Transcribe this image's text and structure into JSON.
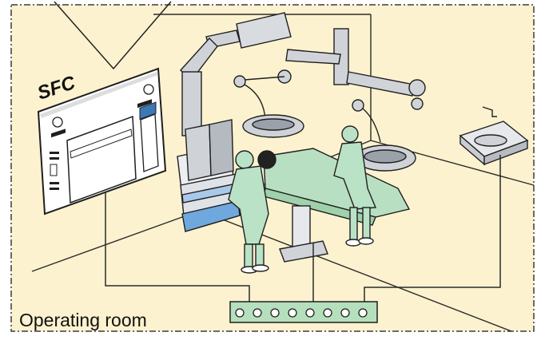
{
  "room": {
    "label": "Operating room",
    "background": "#fdf2cf",
    "border_color": "#3b3b3b"
  },
  "panel": {
    "brand": "SFC",
    "brand_note": "wall control panel"
  },
  "colors": {
    "outline": "#1f1f1f",
    "wall_line": "#2a2a2a",
    "gown": "#b9e2c6",
    "drape": "#b8dfc2",
    "equipment_gray": "#cfd3d8",
    "equipment_dark": "#8f959c",
    "equipment_blue": "#6fa8dc",
    "panel_face": "#ffffff",
    "hub_fill": "#b6e0bd"
  },
  "hub": {
    "port_count": 8
  },
  "icons": [
    "surgical-light-icon",
    "ceiling-arm-icon",
    "sink-icon",
    "surgeon-icon",
    "operating-table-icon",
    "equipment-tower-icon"
  ]
}
